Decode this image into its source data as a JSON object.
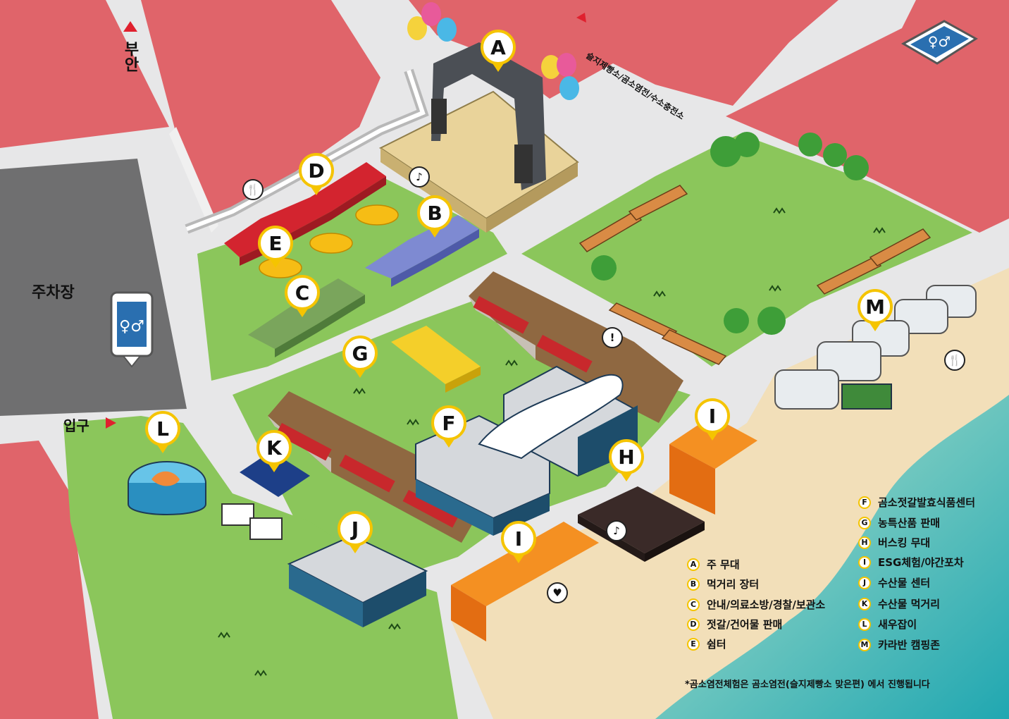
{
  "streets": {
    "buan": "부안",
    "parking": "주차장",
    "entrance": "입구",
    "direction_top": "슬지제빵소/곰소염전/수소충전소"
  },
  "markers": {
    "A": "A",
    "B": "B",
    "C": "C",
    "D": "D",
    "E": "E",
    "F": "F",
    "G": "G",
    "H": "H",
    "I1": "I",
    "I2": "I",
    "J": "J",
    "K": "K",
    "L": "L",
    "M": "M"
  },
  "legend": [
    {
      "key": "A",
      "text": "주 무대"
    },
    {
      "key": "B",
      "text": "먹거리 장터"
    },
    {
      "key": "C",
      "text": "안내/의료소방/경찰/보관소"
    },
    {
      "key": "D",
      "text": "젓갈/건어물 판매"
    },
    {
      "key": "E",
      "text": "쉼터"
    },
    {
      "key": "F",
      "text": "곰소젓갈발효식품센터"
    },
    {
      "key": "G",
      "text": "농특산품 판매"
    },
    {
      "key": "H",
      "text": "버스킹 무대"
    },
    {
      "key": "I",
      "text": "ESG체험/야간포차"
    },
    {
      "key": "J",
      "text": "수산물 센터"
    },
    {
      "key": "K",
      "text": "수산물 먹거리"
    },
    {
      "key": "L",
      "text": "새우잡이"
    },
    {
      "key": "M",
      "text": "카라반 캠핑존"
    }
  ],
  "footnote": "*곰소염전체험은 곰소염전(슬지제빵소 맞은편) 에서 진행됩니다",
  "icons": [
    "restroom-icon",
    "restaurant-icon",
    "music-note-icon",
    "heart-icon",
    "exclamation-icon",
    "balloon-icon",
    "tree-icon",
    "bench-icon",
    "caravan-icon"
  ],
  "colors": {
    "block": "#e0646a",
    "parking": "#6f6f70",
    "grass": "#8bc65b",
    "sand": "#f2dfb9",
    "sea": "#35b6b3",
    "road": "#e7e7e8",
    "marker_border": "#f5c400",
    "restroom_sign": "#2a6fb0"
  }
}
